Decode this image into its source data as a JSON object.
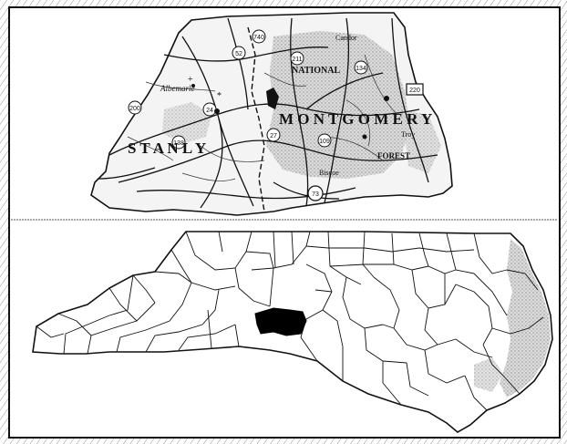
{
  "top_map": {
    "county_labels": [
      "S T A N L Y",
      "M O N T G O M E R Y"
    ],
    "place_labels": [
      "Albemarle",
      "NATIONAL",
      "FOREST",
      "Troy",
      "Candor",
      "Biscoe"
    ],
    "highway_shields": [
      "52",
      "24",
      "27",
      "73",
      "109",
      "138",
      "200",
      "220",
      "740",
      "134",
      "211"
    ],
    "colors": {
      "forest_shading": "#c9c9c9",
      "ink": "#111111",
      "paper": "#ffffff"
    }
  },
  "bottom_map": {
    "highlighted_region": "Stanly and Montgomery counties",
    "colors": {
      "highlight": "#000000",
      "coast_shading": "#cfcfcf",
      "ink": "#111111"
    }
  }
}
